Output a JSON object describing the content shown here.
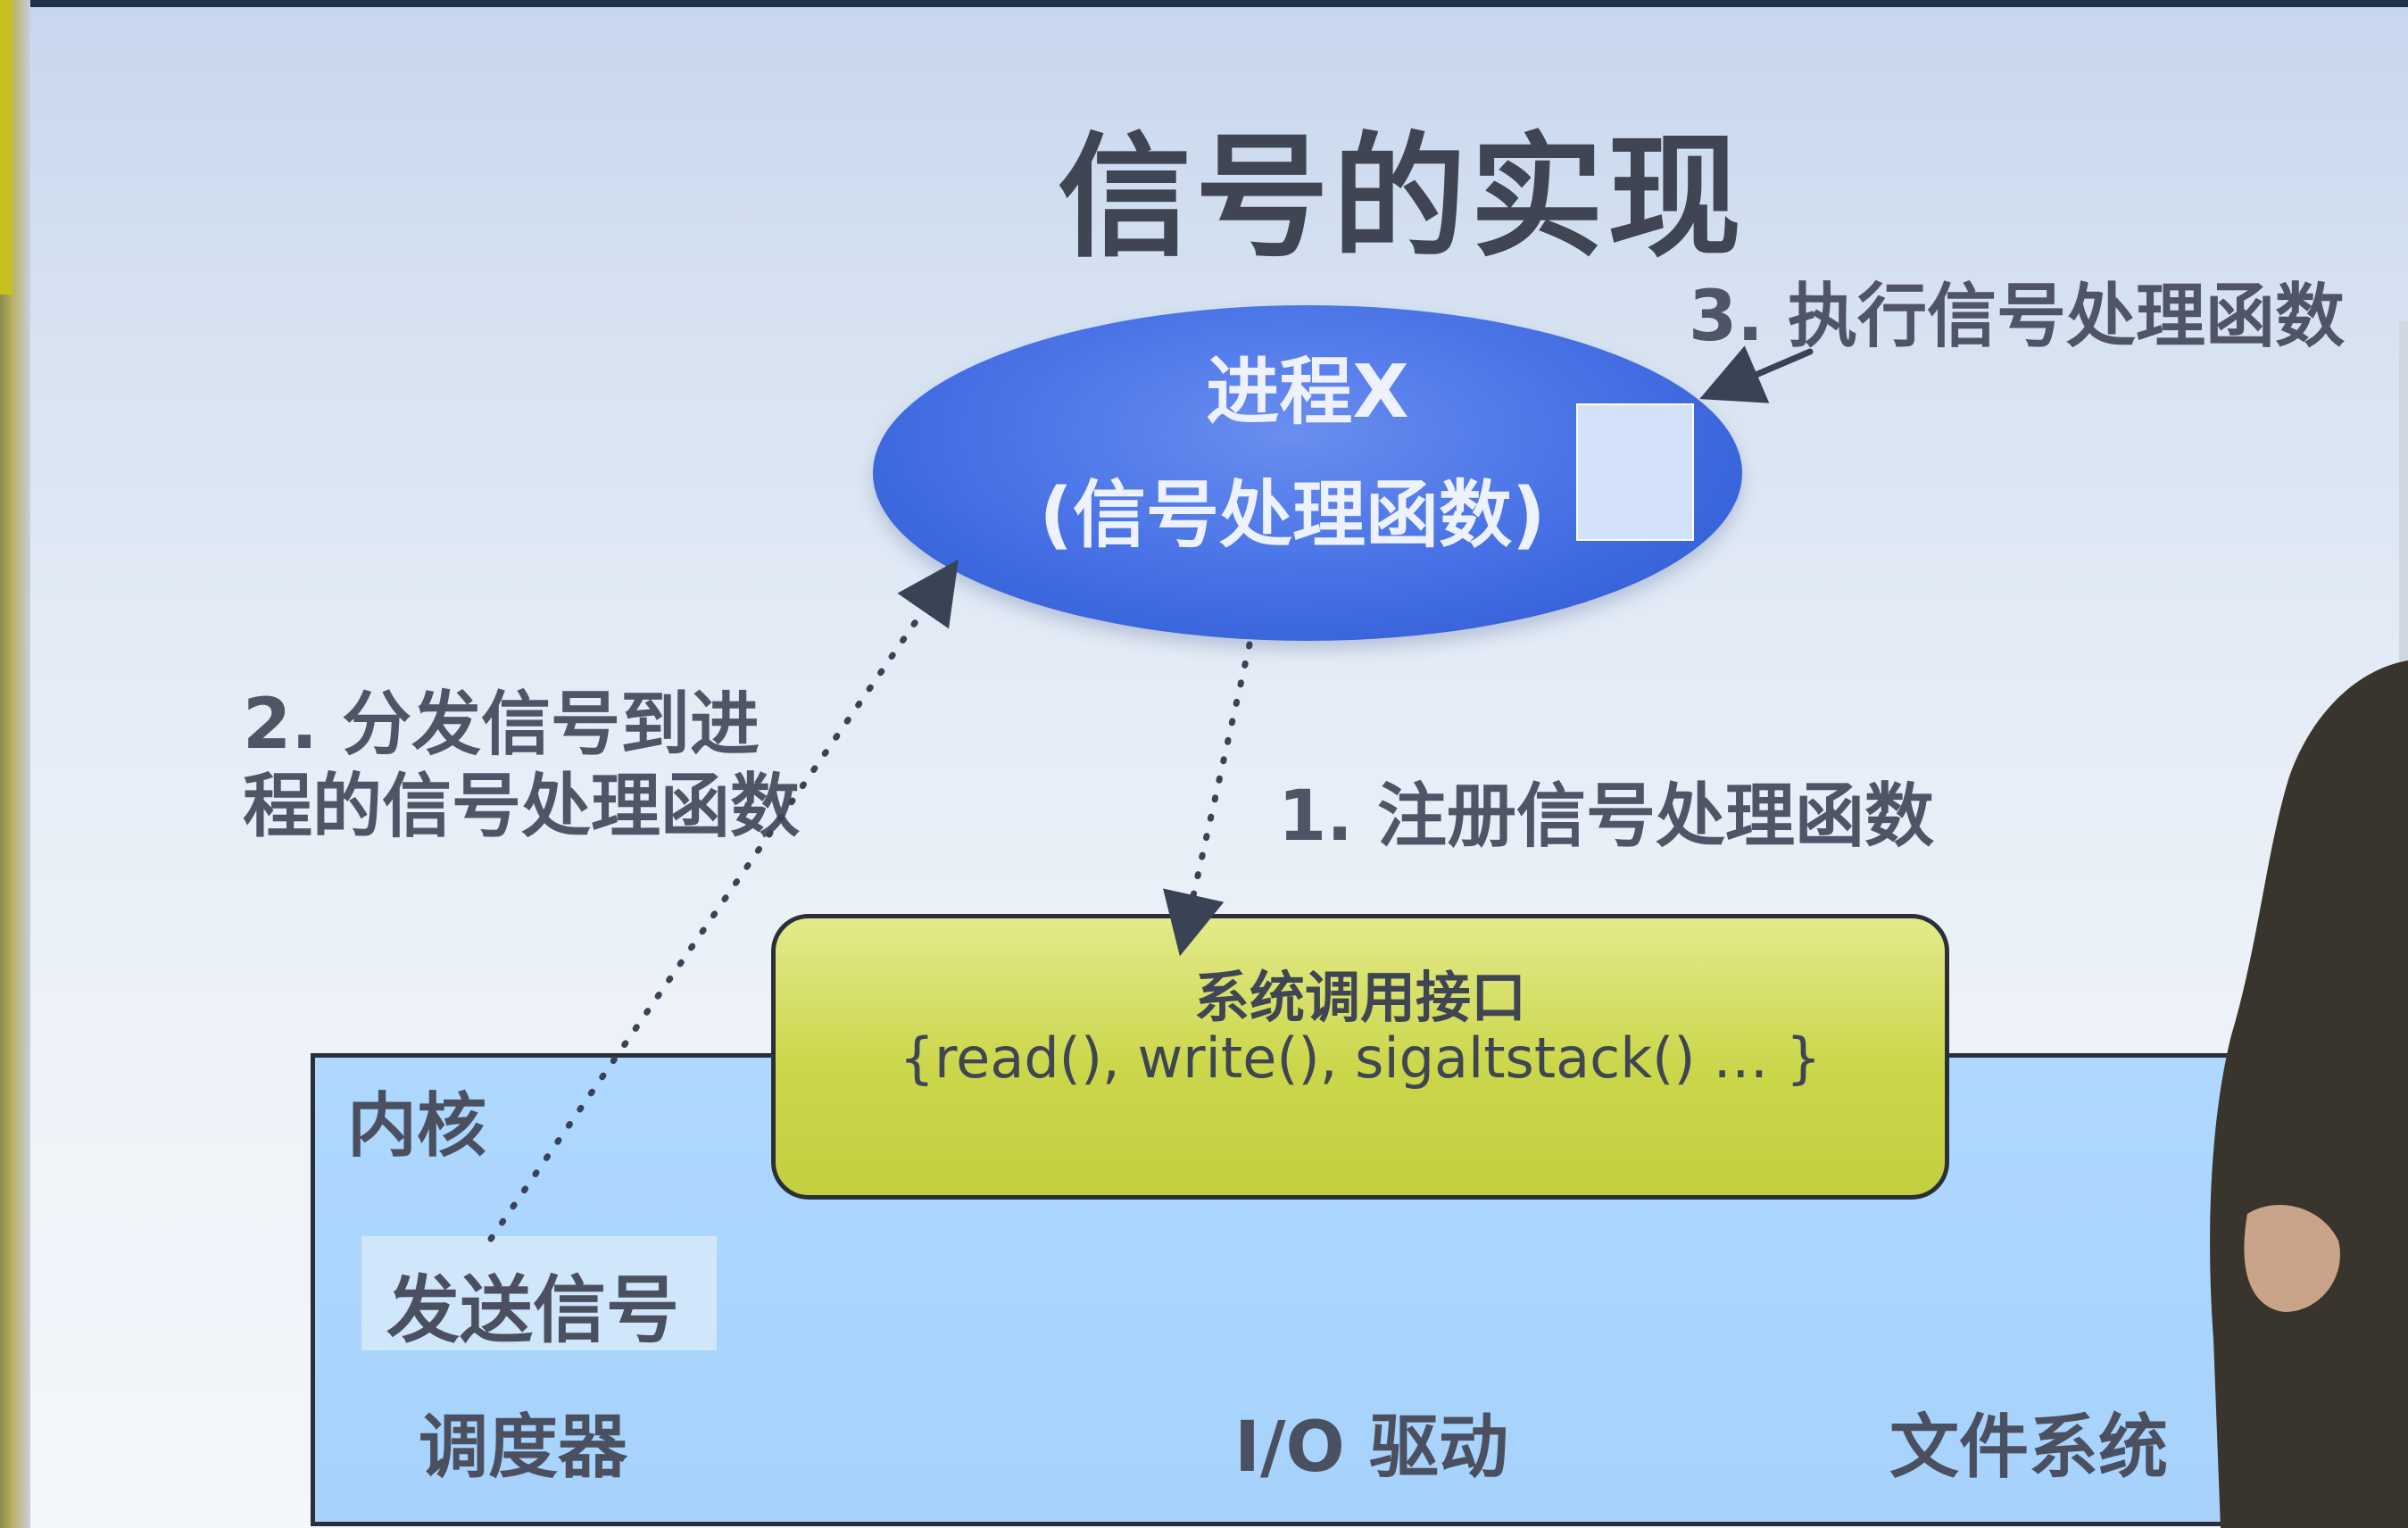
{
  "slide": {
    "title": "信号的实现"
  },
  "steps": {
    "step1": "1. 注册信号处理函数",
    "step2": "2. 分发信号到进程的信号处理函数",
    "step3": "3. 执行信号处理函数"
  },
  "process": {
    "name": "进程X",
    "handler_label": "(信号处理函数)"
  },
  "syscall_interface": {
    "title": "系统调用接口",
    "calls": "{read(), write(), sigaltstack() … }"
  },
  "kernel": {
    "label": "内核",
    "send_signal": "发送信号",
    "modules": {
      "scheduler": "调度器",
      "io_driver": "I/O 驱动",
      "file_system": "文件系统"
    }
  },
  "colors": {
    "process_fill": "#3f67dc",
    "syscall_fill": "#cbd64a",
    "kernel_fill": "#a6d2fb",
    "text": "#4f5566"
  }
}
